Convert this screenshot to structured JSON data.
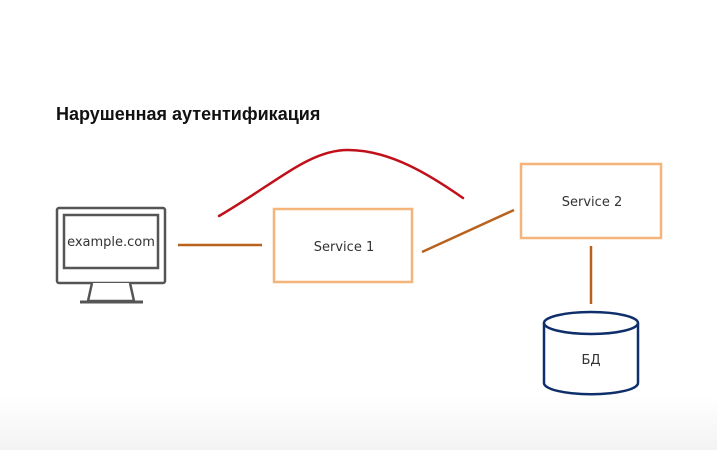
{
  "title": "Нарушенная аутентификация",
  "nodes": {
    "client": {
      "label": "example.com",
      "icon": "monitor-icon"
    },
    "service1": {
      "label": "Service 1"
    },
    "service2": {
      "label": "Service 2"
    },
    "database": {
      "label": "БД",
      "icon": "database-icon"
    }
  },
  "colors": {
    "box_border": "#f5b57a",
    "connector": "#b8621e",
    "attack_arc": "#c0101a",
    "database": "#0f2f6b",
    "monitor": "#555555"
  }
}
